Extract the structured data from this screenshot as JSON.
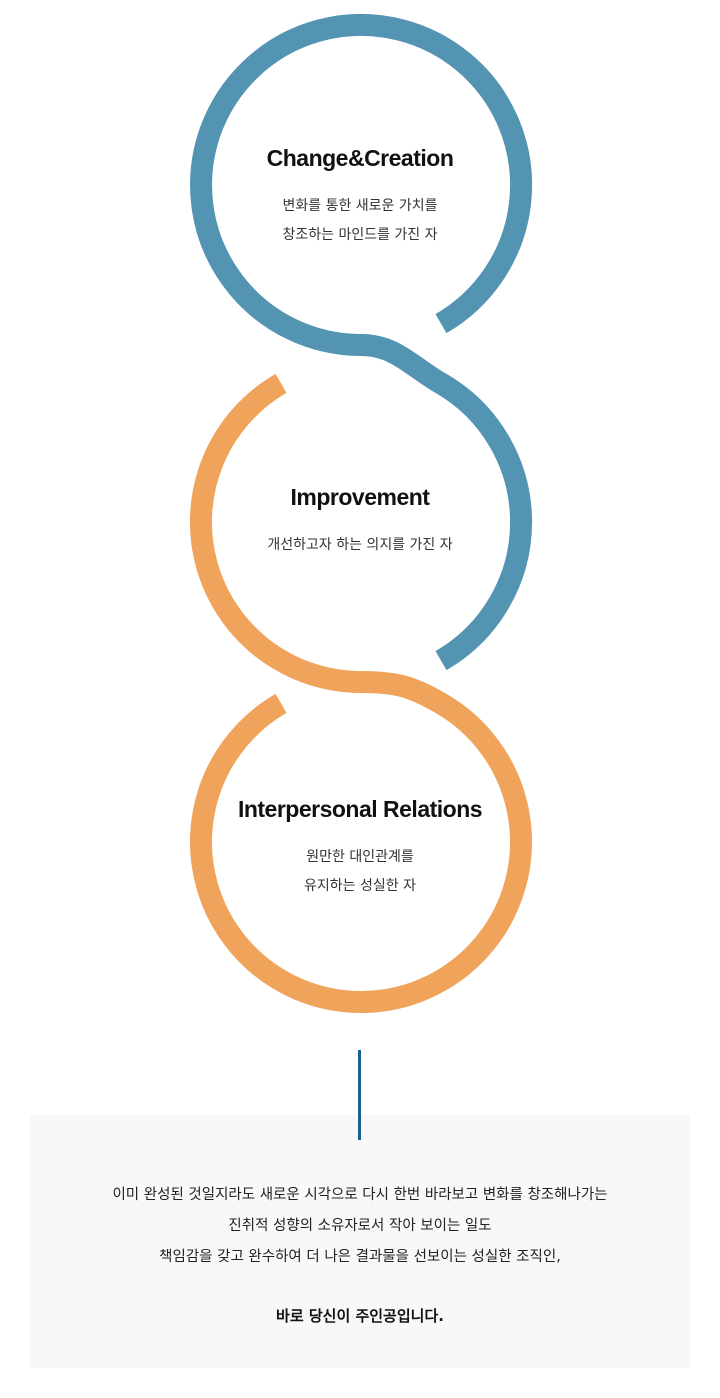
{
  "colors": {
    "blue": "#5394b2",
    "orange": "#f0a35a",
    "line": "#1b5f8e",
    "box": "#f9f8f9"
  },
  "values": [
    {
      "title": "Change&Creation",
      "desc": [
        "변화를 통한 새로운 가치를",
        "창조하는 마인드를 가진 자"
      ]
    },
    {
      "title": "Improvement",
      "desc": [
        "개선하고자 하는 의지를 가진 자"
      ]
    },
    {
      "title": "Interpersonal Relations",
      "desc": [
        "원만한 대인관계를",
        "유지하는 성실한 자"
      ]
    }
  ],
  "summary": {
    "lines": [
      "이미 완성된 것일지라도 새로운 시각으로 다시 한번 바라보고 변화를 창조해나가는",
      "진취적 성향의 소유자로서 작아 보이는 일도",
      "책임감을 갖고 완수하여 더 나은 결과물을 선보이는 성실한 조직인,"
    ],
    "closing": "바로 당신이 주인공입니다."
  }
}
